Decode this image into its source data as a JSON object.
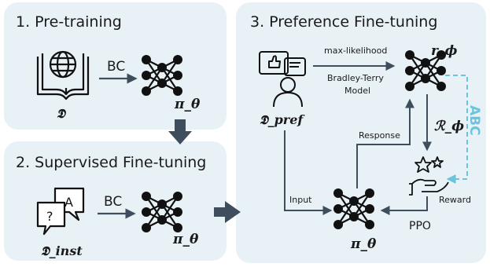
{
  "stages": {
    "pretraining": {
      "title": "1. Pre-training",
      "method": "BC",
      "data_label": "𝕯",
      "policy_label": "π_θ"
    },
    "sft": {
      "title": "2. Supervised Fine-tuning",
      "method": "BC",
      "data_label": "𝕯_inst",
      "policy_label": "π_θ"
    },
    "preference": {
      "title": "3. Preference Fine-tuning",
      "data_label": "𝕯_pref",
      "reward_model_label": "r_ϕ",
      "reward_label": "ℛ_ϕ",
      "policy_label": "π_θ",
      "edge_top_line1": "max-likelihood",
      "edge_top_line2": "Bradley-Terry",
      "edge_top_line3": "Model",
      "response_label": "Response",
      "input_label": "Input",
      "reward_edge_label": "Reward",
      "ppo_label": "PPO",
      "abc_label": "ABC"
    }
  },
  "colors": {
    "panel_bg": "#e8f1f6",
    "arrow": "#3e4e5c",
    "dashed": "#6cc4dc",
    "text": "#1a1a1a"
  },
  "icons": [
    "book-globe-icon",
    "neural-network-icon",
    "speech-bubbles-icon",
    "person-feedback-icon",
    "stars-hand-icon"
  ]
}
